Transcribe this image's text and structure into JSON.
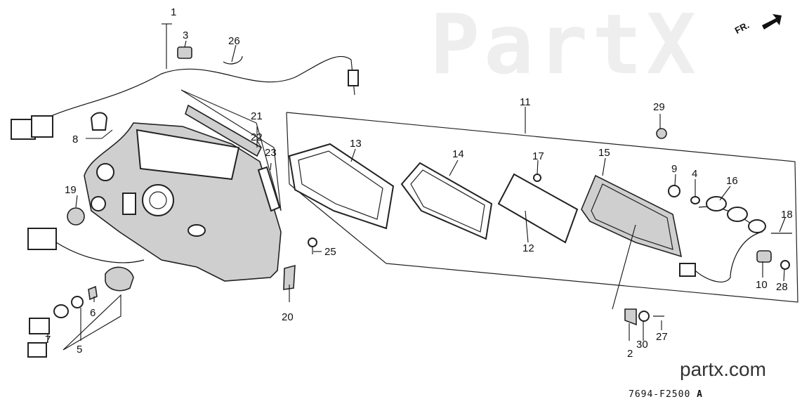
{
  "watermark": "PartX",
  "brand_text": "partx.com",
  "diagram_code": "7694-F2500",
  "diagram_code_suffix": "A",
  "front_indicator": "FR.",
  "part_labels": [
    "1",
    "2",
    "3",
    "4",
    "5",
    "6",
    "7",
    "8",
    "9",
    "10",
    "11",
    "12",
    "13",
    "14",
    "15",
    "16",
    "17",
    "18",
    "19",
    "20",
    "21",
    "22",
    "23",
    "25",
    "26",
    "27",
    "28",
    "29",
    "30"
  ]
}
